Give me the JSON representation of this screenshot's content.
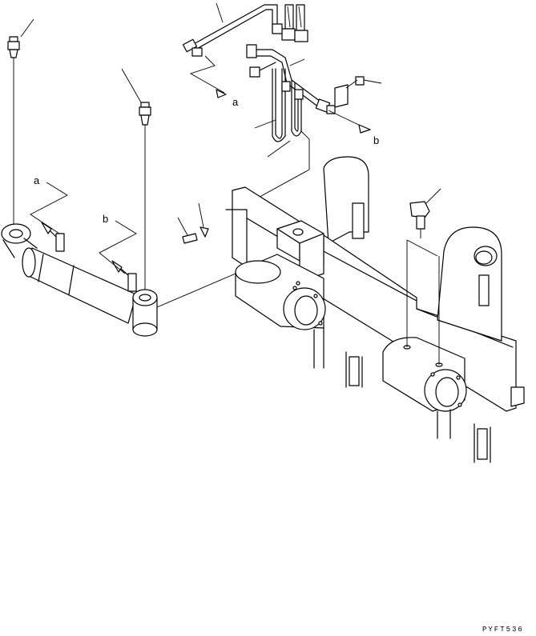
{
  "callouts": {
    "a_upper": "a",
    "b_upper": "b",
    "a_left": "a",
    "b_left": "b"
  },
  "drawing_code": "PYFT536"
}
